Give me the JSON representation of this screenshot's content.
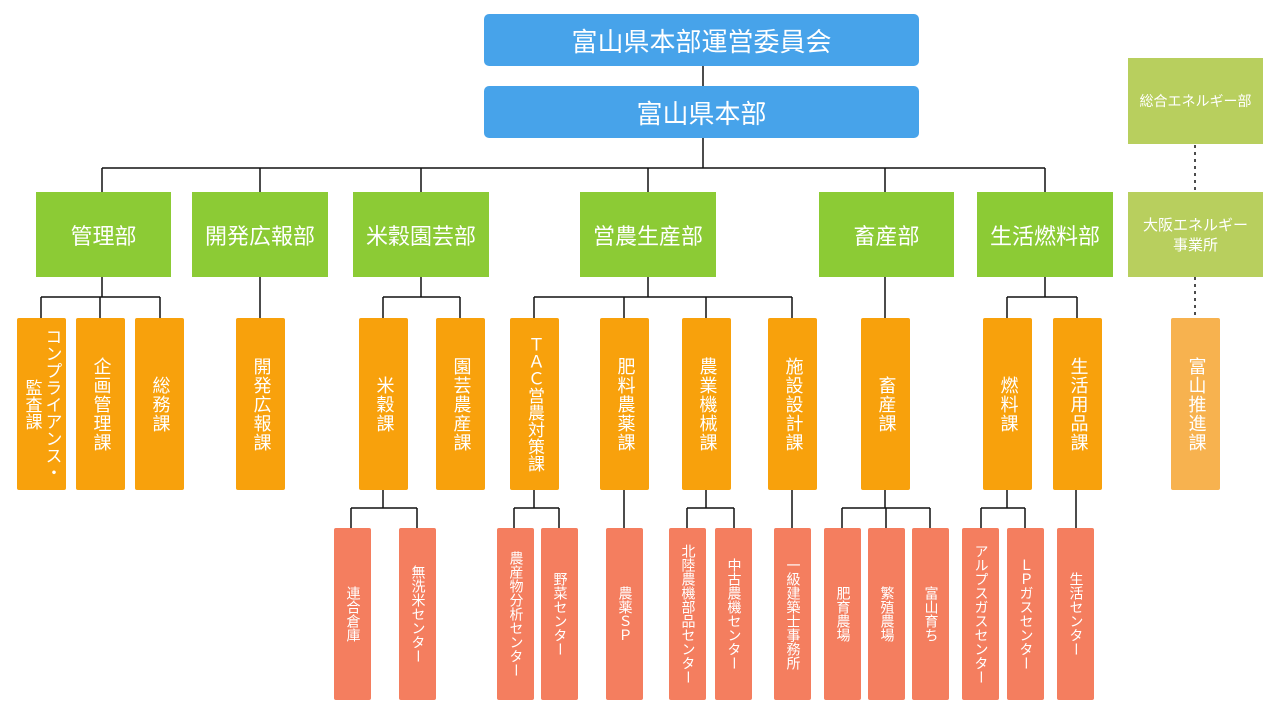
{
  "top": {
    "committee": "富山県本部運営委員会",
    "hq": "富山県本部"
  },
  "right": {
    "energy_dept": "総合エネルギー部",
    "osaka_office": "大阪エネルギー事業所",
    "toyama_promo": "富山推進課"
  },
  "departments": [
    {
      "name": "管理部",
      "sections": [
        {
          "name": "コンプライアンス・監査課",
          "centers": []
        },
        {
          "name": "企画管理課",
          "centers": []
        },
        {
          "name": "総務課",
          "centers": []
        }
      ]
    },
    {
      "name": "開発広報部",
      "sections": [
        {
          "name": "開発広報課",
          "centers": []
        }
      ]
    },
    {
      "name": "米穀園芸部",
      "sections": [
        {
          "name": "米穀課",
          "centers": [
            "連合倉庫",
            "無洗米センター"
          ]
        },
        {
          "name": "園芸農産課",
          "centers": []
        }
      ]
    },
    {
      "name": "営農生産部",
      "sections": [
        {
          "name": "ＴＡＣ営農対策課",
          "centers": [
            "農産物分析センター",
            "野菜センター"
          ]
        },
        {
          "name": "肥料農薬課",
          "centers": [
            "農薬ＳＰ"
          ]
        },
        {
          "name": "農業機械課",
          "centers": [
            "北陸農機部品センター",
            "中古農機センター"
          ]
        },
        {
          "name": "施設設計課",
          "centers": [
            "一級建築士事務所"
          ]
        }
      ]
    },
    {
      "name": "畜産部",
      "sections": [
        {
          "name": "畜産課",
          "centers": [
            "肥育農場",
            "繁殖農場",
            "富山育ち"
          ]
        }
      ]
    },
    {
      "name": "生活燃料部",
      "sections": [
        {
          "name": "燃料課",
          "centers": [
            "アルプスガスセンター",
            "ＬＰガスセンター"
          ]
        },
        {
          "name": "生活用品課",
          "centers": [
            "生活センター"
          ]
        }
      ]
    }
  ]
}
